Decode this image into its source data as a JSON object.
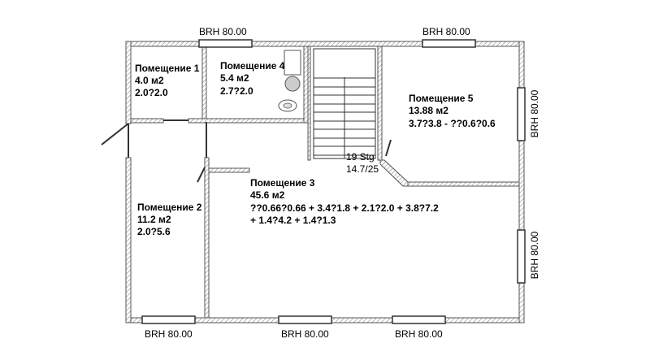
{
  "plan": {
    "rooms": [
      {
        "name": "Помещение 1",
        "area": "4.0 м2",
        "dims": [
          "2.0?2.0"
        ]
      },
      {
        "name": "Помещение 4",
        "area": "5.4 м2",
        "dims": [
          "2.7?2.0"
        ]
      },
      {
        "name": "Помещение 5",
        "area": "13.88 м2",
        "dims": [
          "3.7?3.8 - ??0.6?0.6"
        ]
      },
      {
        "name": "Помещение 3",
        "area": "45.6 м2",
        "dims": [
          "??0.66?0.66 + 3.4?1.8 + 2.1?2.0 + 3.8?7.2",
          "+ 1.4?4.2 + 1.4?1.3"
        ]
      },
      {
        "name": "Помещение 2",
        "area": "11.2 м2",
        "dims": [
          "2.0?5.6"
        ]
      }
    ],
    "stairs": {
      "steps": "19 Stg",
      "size": "14.7/25"
    },
    "windows": [
      {
        "label": "BRH 80.00"
      },
      {
        "label": "BRH 80.00"
      },
      {
        "label": "BRH 80.00"
      },
      {
        "label": "BRH 80.00"
      },
      {
        "label": "BRH 80.00"
      },
      {
        "label": "BRH 80.00"
      },
      {
        "label": "BRH 80.00"
      }
    ]
  }
}
